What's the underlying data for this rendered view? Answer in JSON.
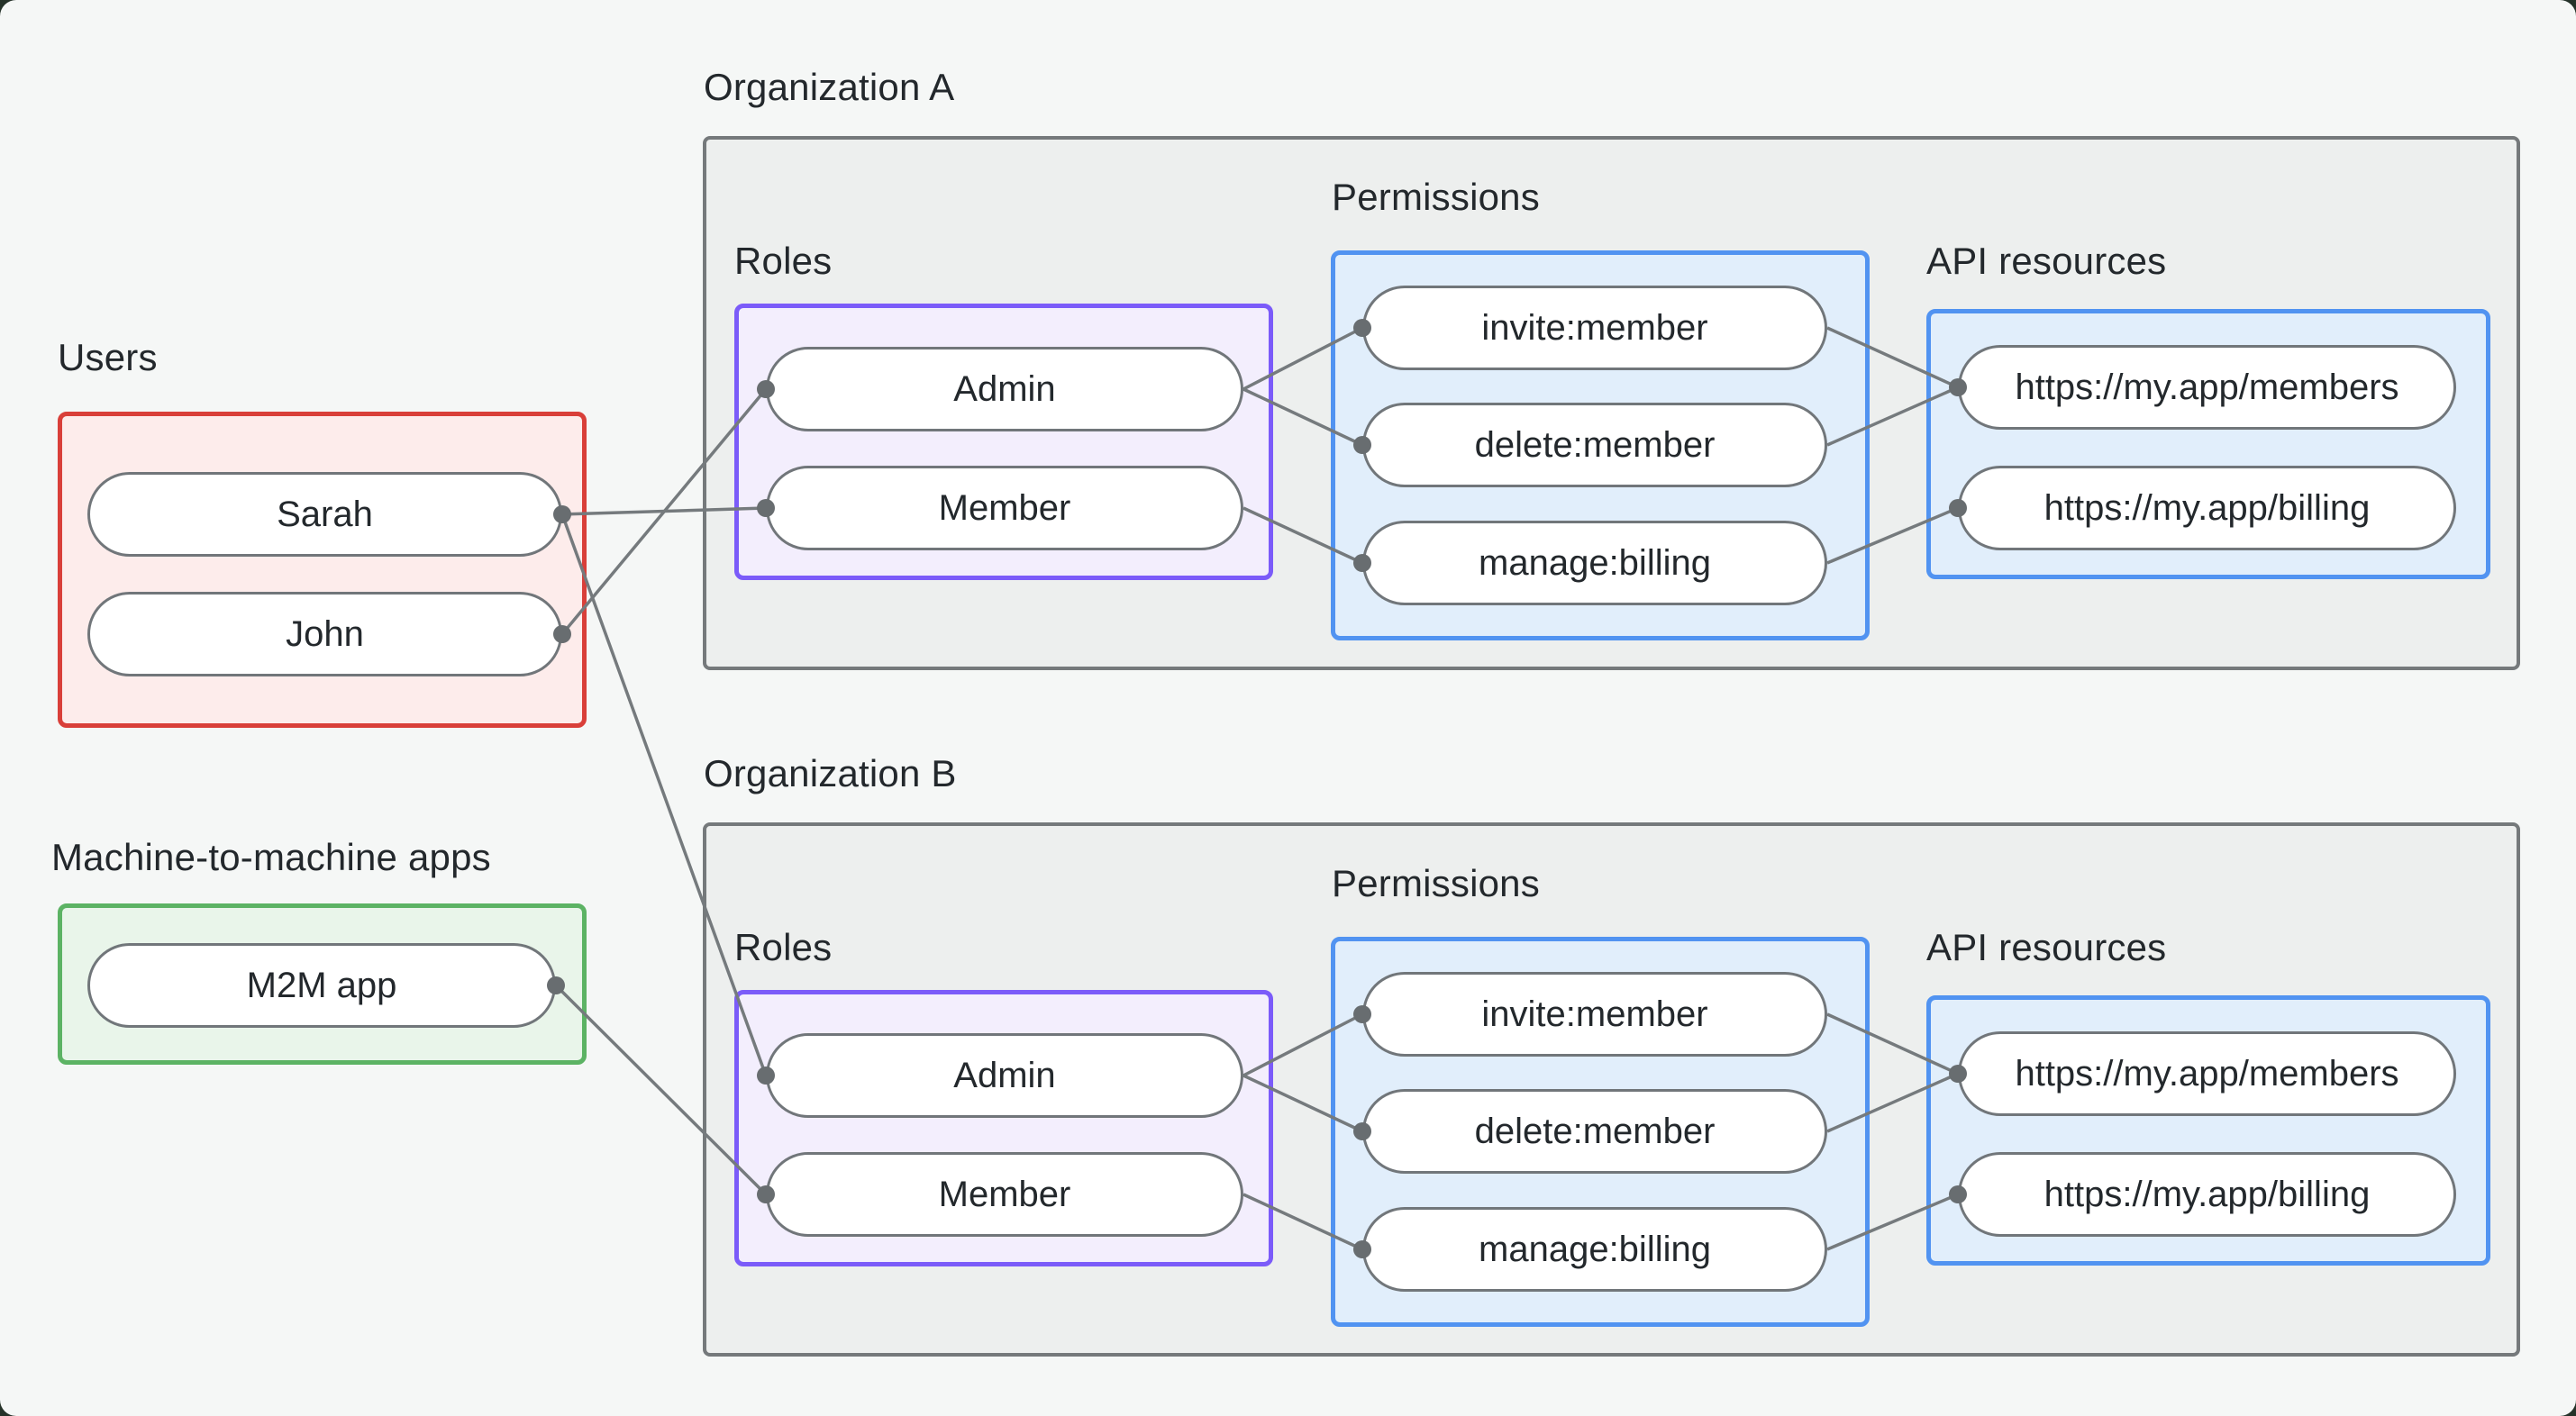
{
  "colors": {
    "page_bg": "#f5f7f6",
    "outside_bg": "#253229",
    "org_box_fill": "#edefee",
    "org_box_border": "#75797b",
    "users_fill": "#fdeceb",
    "users_border": "#d93f39",
    "m2m_fill": "#e9f5ea",
    "m2m_border": "#5cb364",
    "roles_fill": "#f3eefd",
    "roles_border": "#7b5bf9",
    "blue_fill": "#e1eefb",
    "blue_border": "#5193f1",
    "pill_fill": "#ffffff",
    "pill_border": "#71767a",
    "connector": "#757a7d",
    "dot": "#686d70",
    "text": "#23282c"
  },
  "groups": [
    {
      "id": "users",
      "label": "Users",
      "kind": "users"
    },
    {
      "id": "m2m",
      "label": "Machine-to-machine apps",
      "kind": "m2m"
    },
    {
      "id": "orgA",
      "label": "Organization A",
      "kind": "org"
    },
    {
      "id": "orgB",
      "label": "Organization B",
      "kind": "org"
    },
    {
      "id": "rolesA",
      "label": "Roles",
      "kind": "roles"
    },
    {
      "id": "permsA",
      "label": "Permissions",
      "kind": "perms"
    },
    {
      "id": "apiA",
      "label": "API resources",
      "kind": "api"
    },
    {
      "id": "rolesB",
      "label": "Roles",
      "kind": "roles"
    },
    {
      "id": "permsB",
      "label": "Permissions",
      "kind": "perms"
    },
    {
      "id": "apiB",
      "label": "API resources",
      "kind": "api"
    }
  ],
  "nodes": [
    {
      "id": "sarah",
      "label": "Sarah"
    },
    {
      "id": "john",
      "label": "John"
    },
    {
      "id": "m2m_app",
      "label": "M2M app"
    },
    {
      "id": "adminA",
      "label": "Admin"
    },
    {
      "id": "memberA",
      "label": "Member"
    },
    {
      "id": "inviteA",
      "label": "invite:member"
    },
    {
      "id": "deleteA",
      "label": "delete:member"
    },
    {
      "id": "manageA",
      "label": "manage:billing"
    },
    {
      "id": "membersA",
      "label": "https://my.app/members"
    },
    {
      "id": "billingA",
      "label": "https://my.app/billing"
    },
    {
      "id": "adminB",
      "label": "Admin"
    },
    {
      "id": "memberB",
      "label": "Member"
    },
    {
      "id": "inviteB",
      "label": "invite:member"
    },
    {
      "id": "deleteB",
      "label": "delete:member"
    },
    {
      "id": "manageB",
      "label": "manage:billing"
    },
    {
      "id": "membersB",
      "label": "https://my.app/members"
    },
    {
      "id": "billingB",
      "label": "https://my.app/billing"
    }
  ],
  "edges": [
    {
      "from": "sarah",
      "to": "memberA"
    },
    {
      "from": "john",
      "to": "adminA"
    },
    {
      "from": "sarah",
      "to": "adminB"
    },
    {
      "from": "m2m_app",
      "to": "memberB"
    },
    {
      "from": "adminA",
      "to": "inviteA"
    },
    {
      "from": "adminA",
      "to": "deleteA"
    },
    {
      "from": "memberA",
      "to": "manageA"
    },
    {
      "from": "inviteA",
      "to": "membersA"
    },
    {
      "from": "deleteA",
      "to": "membersA"
    },
    {
      "from": "manageA",
      "to": "billingA"
    },
    {
      "from": "adminB",
      "to": "inviteB"
    },
    {
      "from": "adminB",
      "to": "deleteB"
    },
    {
      "from": "memberB",
      "to": "manageB"
    },
    {
      "from": "inviteB",
      "to": "membersB"
    },
    {
      "from": "deleteB",
      "to": "membersB"
    },
    {
      "from": "manageB",
      "to": "billingB"
    }
  ]
}
